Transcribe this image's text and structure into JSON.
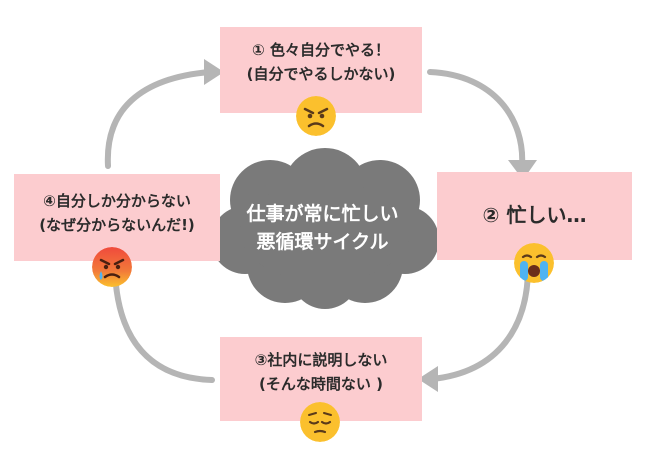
{
  "cycle": {
    "center_text": [
      "仕事が常に忙しい",
      "悪循環サイクル"
    ],
    "steps": [
      {
        "lines": [
          "① 色々自分でやる！",
          "(自分でやるしかない)"
        ],
        "emoji": "angry-face-icon"
      },
      {
        "lines": [
          "② 忙しい…"
        ],
        "emoji": "loudly-crying-face-icon"
      },
      {
        "lines": [
          "③社内に説明しない",
          "(そんな時間ない )"
        ],
        "emoji": "pensive-face-icon"
      },
      {
        "lines": [
          "④自分しか分からない",
          "(なぜ分からないんだ!)"
        ],
        "emoji": "furious-tearful-face-icon"
      }
    ]
  },
  "colors": {
    "box_fill": "#fccccf",
    "cloud_fill": "#7a7a7a",
    "arrow": "#b5b5b5",
    "text": "#2b2b2b"
  }
}
